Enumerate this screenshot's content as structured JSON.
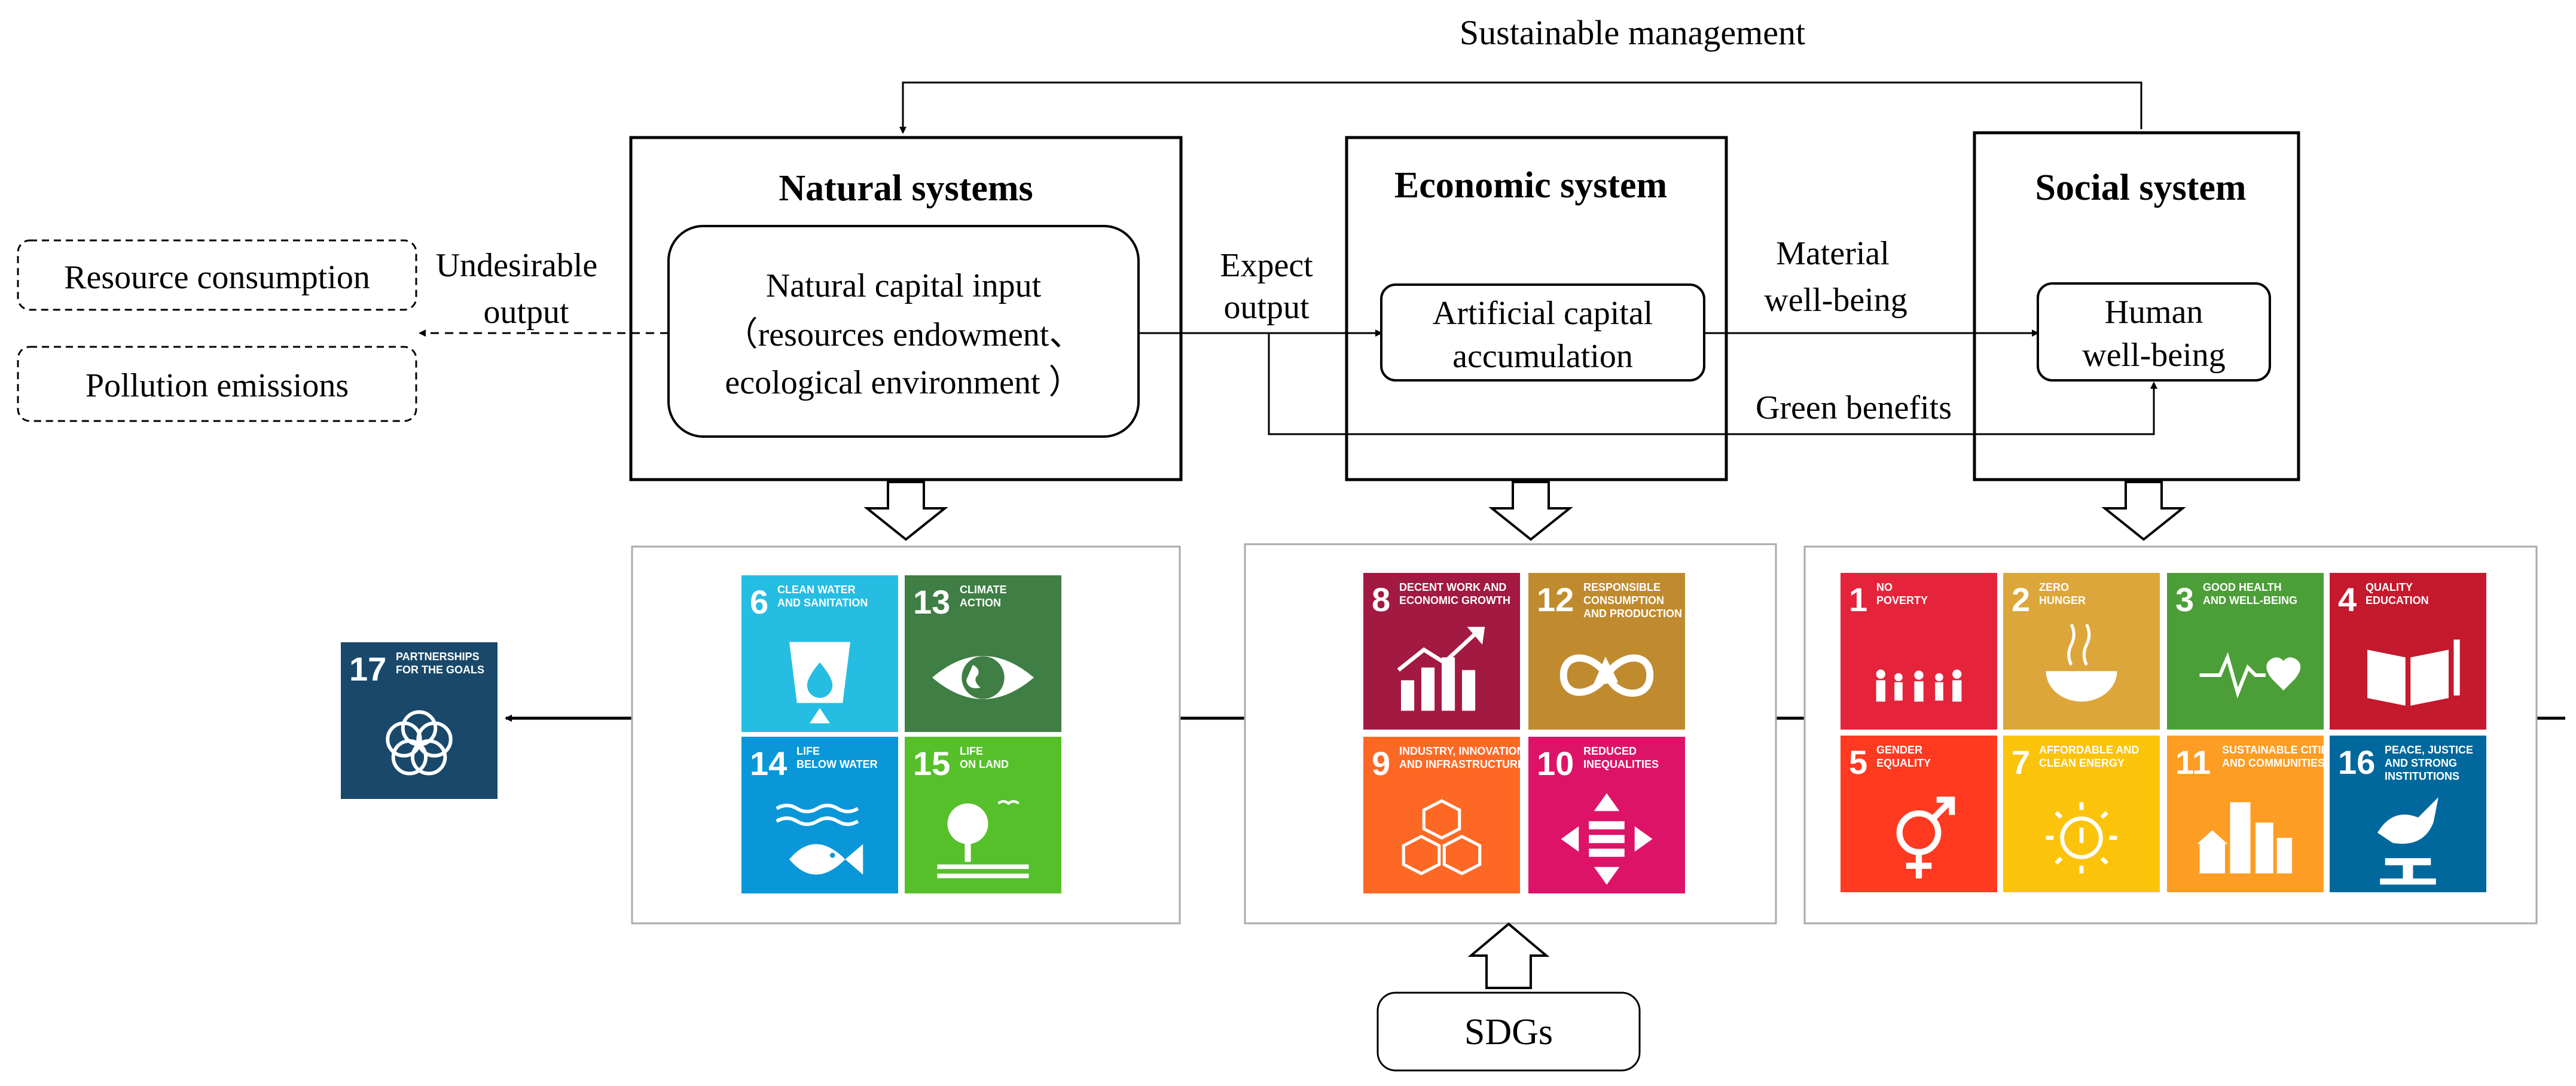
{
  "title": "Sustainable management",
  "systems": {
    "natural": {
      "title": "Natural systems",
      "inner": [
        "Natural capital input",
        "（resources endowment、",
        "ecological environment ）"
      ]
    },
    "economic": {
      "title": "Economic system",
      "inner": [
        "Artificial capital",
        "accumulation"
      ]
    },
    "social": {
      "title": "Social system",
      "inner": [
        "Human",
        "well-being"
      ]
    }
  },
  "outputs": {
    "resource": "Resource consumption",
    "pollution": "Pollution emissions",
    "undesirable": [
      "Undesirable",
      "output"
    ],
    "expect": [
      "Expect",
      "output"
    ],
    "material": [
      "Material",
      "well-being"
    ],
    "green": "Green benefits"
  },
  "sdgs_label": "SDGs",
  "goals": {
    "g1": {
      "num": "1",
      "lines": [
        "NO",
        "POVERTY"
      ],
      "color": "#E5243B"
    },
    "g2": {
      "num": "2",
      "lines": [
        "ZERO",
        "HUNGER"
      ],
      "color": "#DDA63A"
    },
    "g3": {
      "num": "3",
      "lines": [
        "GOOD HEALTH",
        "AND WELL-BEING"
      ],
      "color": "#4C9F38"
    },
    "g4": {
      "num": "4",
      "lines": [
        "QUALITY",
        "EDUCATION"
      ],
      "color": "#C5192D"
    },
    "g5": {
      "num": "5",
      "lines": [
        "GENDER",
        "EQUALITY"
      ],
      "color": "#FF3A21"
    },
    "g6": {
      "num": "6",
      "lines": [
        "CLEAN WATER",
        "AND SANITATION"
      ],
      "color": "#26BDE2"
    },
    "g7": {
      "num": "7",
      "lines": [
        "AFFORDABLE AND",
        "CLEAN ENERGY"
      ],
      "color": "#FCC30B"
    },
    "g8": {
      "num": "8",
      "lines": [
        "DECENT WORK AND",
        "ECONOMIC GROWTH"
      ],
      "color": "#A21942"
    },
    "g9": {
      "num": "9",
      "lines": [
        "INDUSTRY, INNOVATION",
        "AND INFRASTRUCTURE"
      ],
      "color": "#FD6925"
    },
    "g10": {
      "num": "10",
      "lines": [
        "REDUCED",
        "INEQUALITIES"
      ],
      "color": "#DD1367"
    },
    "g11": {
      "num": "11",
      "lines": [
        "SUSTAINABLE CITIES",
        "AND COMMUNITIES"
      ],
      "color": "#FD9D24"
    },
    "g12": {
      "num": "12",
      "lines": [
        "RESPONSIBLE",
        "CONSUMPTION",
        "AND PRODUCTION"
      ],
      "color": "#BF8B2E"
    },
    "g13": {
      "num": "13",
      "lines": [
        "CLIMATE",
        "ACTION"
      ],
      "color": "#3F7E44"
    },
    "g14": {
      "num": "14",
      "lines": [
        "LIFE",
        "BELOW WATER"
      ],
      "color": "#0A97D9"
    },
    "g15": {
      "num": "15",
      "lines": [
        "LIFE",
        "ON LAND"
      ],
      "color": "#56C02B"
    },
    "g16": {
      "num": "16",
      "lines": [
        "PEACE, JUSTICE",
        "AND STRONG",
        "INSTITUTIONS"
      ],
      "color": "#00689D"
    },
    "g17": {
      "num": "17",
      "lines": [
        "PARTNERSHIPS",
        "FOR THE GOALS"
      ],
      "color": "#19486A"
    }
  },
  "icons": {
    "g1": "people-family-icon",
    "g2": "bowl-icon",
    "g3": "heartbeat-icon",
    "g4": "book-pencil-icon",
    "g5": "gender-symbol-icon",
    "g6": "water-drop-glass-icon",
    "g7": "sun-power-icon",
    "g8": "growth-chart-icon",
    "g9": "cubes-icon",
    "g10": "equality-arrows-icon",
    "g11": "city-buildings-icon",
    "g12": "infinity-icon",
    "g13": "eye-globe-icon",
    "g14": "fish-waves-icon",
    "g15": "tree-birds-icon",
    "g16": "dove-gavel-icon",
    "g17": "interlocking-rings-icon"
  }
}
